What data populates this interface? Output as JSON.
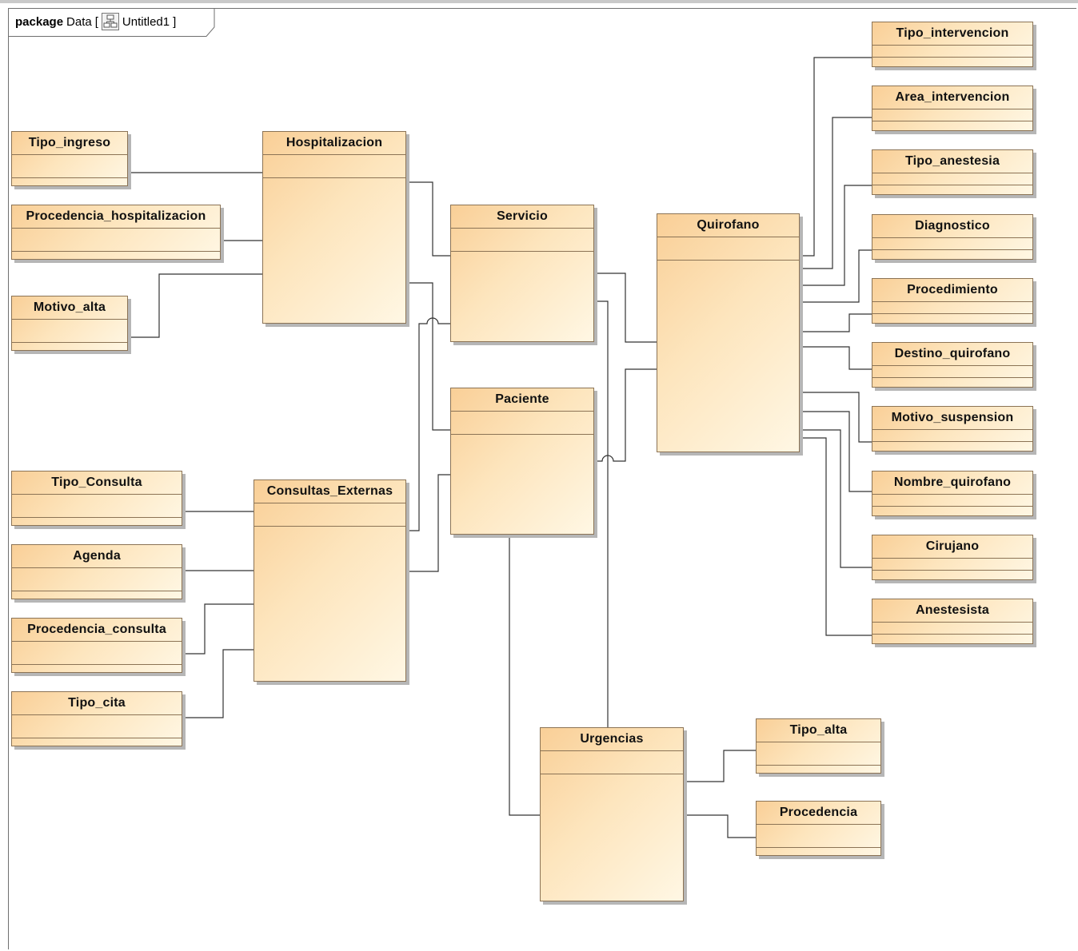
{
  "package": {
    "keyword": "package",
    "name": "Data",
    "diagram_name": "Untitled1",
    "icon": "class-diagram-icon"
  },
  "classes": {
    "tipo_ingreso": "Tipo_ingreso",
    "procedencia_hospitalizacion": "Procedencia_hospitalizacion",
    "motivo_alta": "Motivo_alta",
    "hospitalizacion": "Hospitalizacion",
    "servicio": "Servicio",
    "paciente": "Paciente",
    "quirofano": "Quirofano",
    "tipo_consulta": "Tipo_Consulta",
    "agenda": "Agenda",
    "procedencia_consulta": "Procedencia_consulta",
    "tipo_cita": "Tipo_cita",
    "consultas_externas": "Consultas_Externas",
    "urgencias": "Urgencias",
    "tipo_alta": "Tipo_alta",
    "procedencia": "Procedencia",
    "tipo_intervencion": "Tipo_intervencion",
    "area_intervencion": "Area_intervencion",
    "tipo_anestesia": "Tipo_anestesia",
    "diagnostico": "Diagnostico",
    "procedimiento": "Procedimiento",
    "destino_quirofano": "Destino_quirofano",
    "motivo_suspension": "Motivo_suspension",
    "nombre_quirofano": "Nombre_quirofano",
    "cirujano": "Cirujano",
    "anestesista": "Anestesista"
  },
  "colors": {
    "class_fill_start": "#f9cf97",
    "class_fill_end": "#fff7e4",
    "border": "#8b7355",
    "line": "#333333"
  }
}
